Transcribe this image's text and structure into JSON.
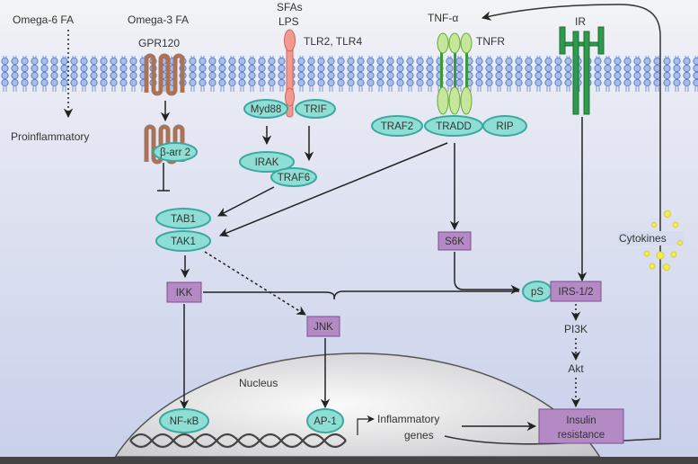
{
  "labels": {
    "omega6": "Omega-6 FA",
    "omega3": "Omega-3 FA",
    "gpr120": "GPR120",
    "proinflammatory": "Proinflammatory",
    "sfas": "SFAs",
    "lps": "LPS",
    "tlr": "TLR2, TLR4",
    "tnfa": "TNF-α",
    "tnfr": "TNFR",
    "ir": "IR",
    "cytokines": "Cytokines",
    "nucleus": "Nucleus",
    "pi3k": "PI3K",
    "akt": "Akt",
    "genes_line1": "Inflammatory",
    "genes_line2": "genes"
  },
  "proteins": {
    "barr2": "β-arr 2",
    "myd88": "Myd88",
    "trif": "TRIF",
    "irak": "IRAK",
    "traf6": "TRAF6",
    "traf2": "TRAF2",
    "tradd": "TRADD",
    "rip": "RIP",
    "tab1": "TAB1",
    "tak1": "TAK1",
    "ps": "pS",
    "nfkb": "NF-κB",
    "ap1": "AP-1"
  },
  "kinases": {
    "s6k": "S6K",
    "ikk": "IKK",
    "jnk": "JNK",
    "irs": "IRS-1/2",
    "insulin_resistance_line1": "Insulin",
    "insulin_resistance_line2": "resistance"
  },
  "colors": {
    "protein_fill": "#8fded6",
    "protein_stroke": "#3aa9a0",
    "kinase_fill": "#b38ac4",
    "gpr120": "#a9735a",
    "tlr": "#f29a90",
    "tnfr": "#c6e79a",
    "ir": "#2f9a4e",
    "membrane": "#6f8fd0",
    "cytokines": "#f0ee50"
  }
}
